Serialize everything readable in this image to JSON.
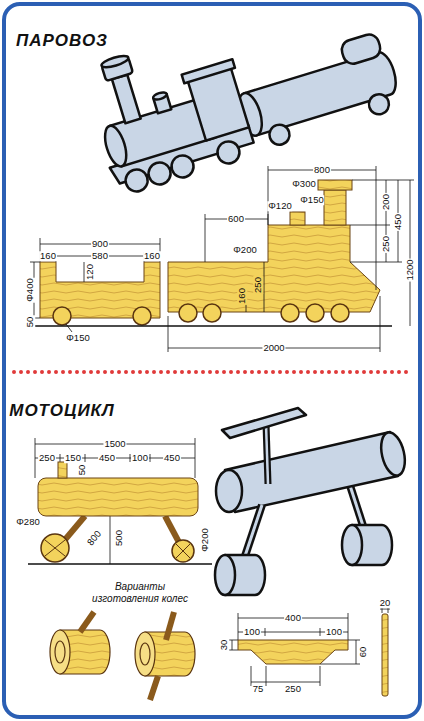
{
  "diagram": {
    "title": "ПАРОВОЗ",
    "labels": [
      "900",
      "160",
      "580",
      "160",
      "120",
      "Φ400",
      "50",
      "Φ150",
      "600",
      "800",
      "Φ300",
      "Φ150",
      "Φ120",
      "200",
      "450",
      "250",
      "1200",
      "Φ200",
      "250",
      "160",
      "2000",
      "МОТОЦИКЛ",
      "1500",
      "250",
      "150",
      "450",
      "100",
      "450",
      "50",
      "Φ280",
      "800",
      "500",
      "Φ200",
      "Варианты изготовления колес",
      "400",
      "100",
      "100",
      "30",
      "75",
      "250",
      "60",
      "20"
    ]
  }
}
